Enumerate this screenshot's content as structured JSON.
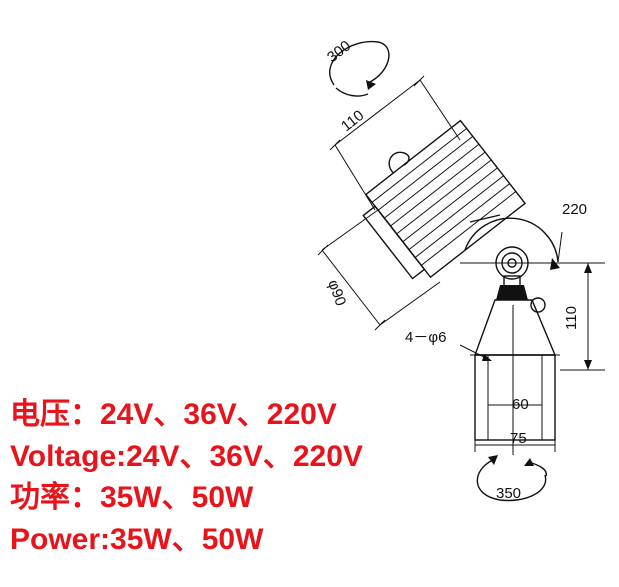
{
  "dimensions": {
    "rotation_top": "300",
    "head_length": "110",
    "arc_right": "220",
    "diameter": "φ90",
    "holes": "4－φ6",
    "base_height": "110",
    "base_inner_width": "60",
    "base_outer_width": "75",
    "rotation_bottom": "350"
  },
  "specs": {
    "voltage_cn": "电压：24V、36V、220V",
    "voltage_en": "Voltage:24V、36V、220V",
    "power_cn": "功率：35W、50W",
    "power_en": "Power:35W、50W"
  },
  "colors": {
    "spec_text": "#e8141c",
    "line": "#111111"
  }
}
